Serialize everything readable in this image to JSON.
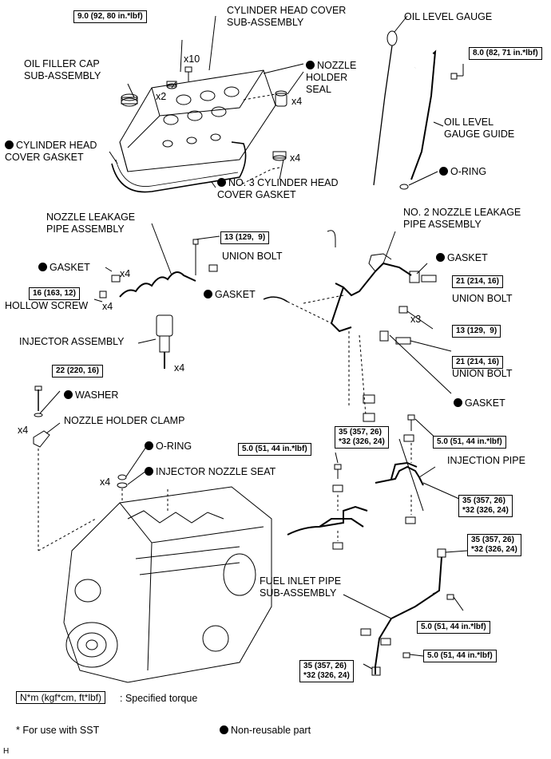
{
  "labels": {
    "cyl_head_cover": "CYLINDER HEAD COVER\nSUB-ASSEMBLY",
    "oil_filler_cap": "OIL FILLER CAP\nSUB-ASSEMBLY",
    "nozzle_holder_seal": "NOZZLE\nHOLDER\nSEAL",
    "cyl_head_cover_gasket": "CYLINDER HEAD\nCOVER GASKET",
    "no3_gasket": "NO. 3 CYLINDER HEAD\nCOVER GASKET",
    "oil_level_gauge": "OIL LEVEL GAUGE",
    "oil_level_gauge_guide": "OIL LEVEL\nGAUGE GUIDE",
    "o_ring_1": "O-RING",
    "nozzle_leakage_pipe": "NOZZLE LEAKAGE\nPIPE ASSEMBLY",
    "gasket_1": "GASKET",
    "union_bolt_1": "UNION BOLT",
    "gasket_2": "GASKET",
    "hollow_screw": "HOLLOW SCREW",
    "injector_assembly": "INJECTOR ASSEMBLY",
    "no2_nozzle_leakage_pipe": "NO. 2 NOZZLE LEAKAGE\nPIPE ASSEMBLY",
    "gasket_3": "GASKET",
    "union_bolt_2": "UNION BOLT",
    "union_bolt_3": "UNION BOLT",
    "gasket_4": "GASKET",
    "washer": "WASHER",
    "nozzle_holder_clamp": "NOZZLE HOLDER CLAMP",
    "o_ring_2": "O-RING",
    "injector_nozzle_seat": "INJECTOR NOZZLE SEAT",
    "injection_pipe": "INJECTION PIPE",
    "fuel_inlet_pipe": "FUEL INLET PIPE\nSUB-ASSEMBLY"
  },
  "multipliers": {
    "x10": "x10",
    "x2": "x2",
    "x4_seal": "x4",
    "x4_no3": "x4",
    "x4_gasket": "x4",
    "x4_hollow": "x4",
    "x4_injector": "x4",
    "x3": "x3",
    "x4_washer": "x4",
    "x4_oring": "x4"
  },
  "torques": {
    "t1": "9.0 (92, 80 in.*lbf)",
    "t2": "8.0 (82, 71 in.*lbf)",
    "t3": "13 (129,  9)",
    "t4": "16 (163, 12)",
    "t5": "21 (214, 16)",
    "t6": "13 (129,  9)",
    "t7": "21 (214, 16)",
    "t8": "22 (220, 16)",
    "t9": "35 (357, 26)\n*32 (326, 24)",
    "t10": "5.0 (51, 44 in.*lbf)",
    "t11": "5.0 (51, 44 in.*lbf)",
    "t12": "35 (357, 26)\n*32 (326, 24)",
    "t13": "35 (357, 26)\n*32 (326, 24)",
    "t14": "5.0 (51, 44 in.*lbf)",
    "t15": "5.0 (51, 44 in.*lbf)",
    "t16": "35 (357, 26)\n*32 (326, 24)"
  },
  "legend": {
    "unit_box": "N*m (kgf*cm, ft*lbf)",
    "unit_desc": ": Specified torque",
    "sst_note": "* For use with SST",
    "non_reusable": "Non-reusable part",
    "corner": "H"
  }
}
